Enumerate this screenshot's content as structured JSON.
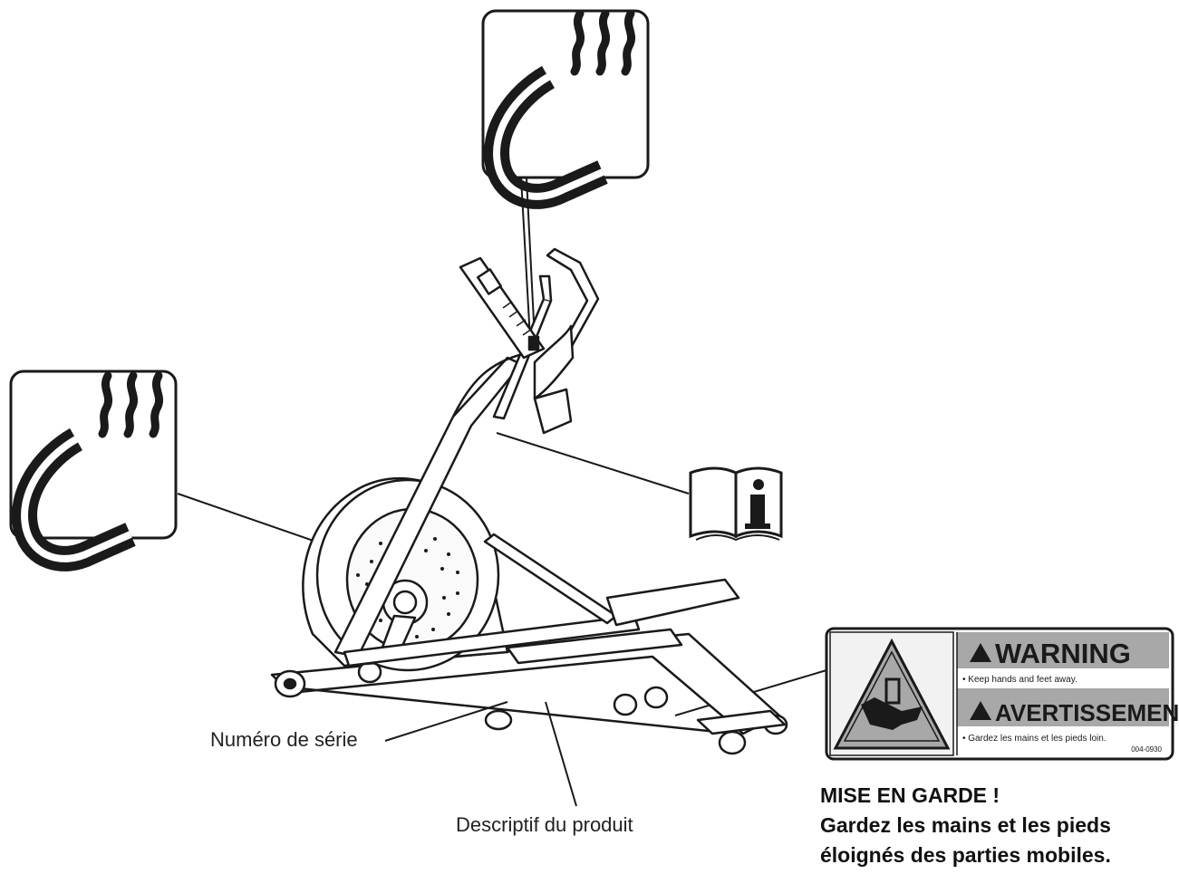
{
  "labels": {
    "serial_number": "Numéro de série",
    "product_description": "Descriptif du produit"
  },
  "warning_sticker": {
    "warning_title": "WARNING",
    "warning_text": "• Keep hands and feet away.",
    "avertissement_title": "AVERTISSEMENT",
    "avertissement_text": "• Gardez les mains et les pieds loin.",
    "code": "004-0930"
  },
  "caution": {
    "heading": "MISE EN GARDE !",
    "line1": "Gardez les mains et les pieds",
    "line2": "éloignés des parties mobiles."
  },
  "icons": {
    "magnet_top": "magnet-icon",
    "magnet_left": "magnet-icon",
    "manual": "info-manual-icon",
    "hand_crush": "hand-crush-warning-icon"
  },
  "colors": {
    "line": "#1a1a1a",
    "sticker_gray": "#a8a8a8",
    "sticker_bg": "#f2f2f2"
  }
}
